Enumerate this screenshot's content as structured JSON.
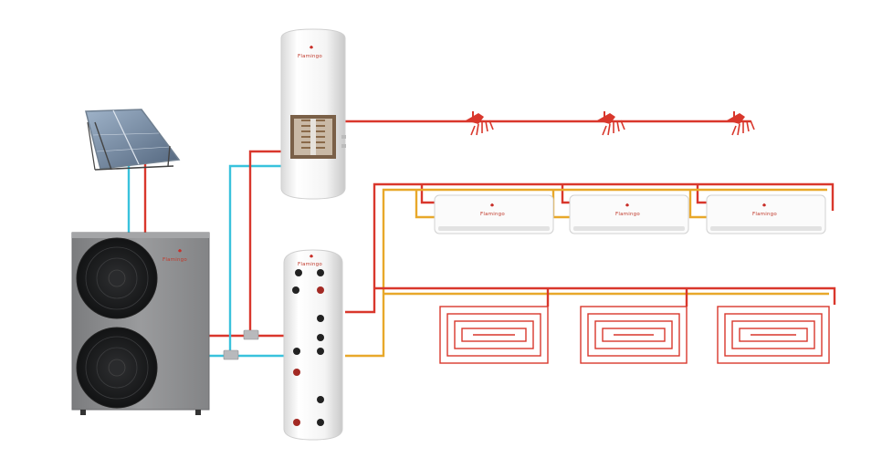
{
  "brand": {
    "logo_text": "Flamingo"
  },
  "colors": {
    "hot_pipe": "#d9372c",
    "cold_pipe": "#39c2dc",
    "return_pipe": "#e8a82a",
    "heat_pump_body": "#8d8e90",
    "tank_white": "#f6f6f6",
    "logo_red": "#c8302a"
  },
  "components": {
    "solar_panel": {
      "icon": "solar-panel-icon"
    },
    "heat_pump": {
      "icon": "heat-pump-outdoor-unit-icon",
      "fans": 2
    },
    "dhw_tank": {
      "icon": "hot-water-cylinder-icon"
    },
    "buffer_tank": {
      "icon": "buffer-tank-icon"
    },
    "showers": {
      "icon": "shower-head-icon",
      "count": 3
    },
    "fan_coils": {
      "icon": "wall-mounted-fan-coil-icon",
      "count": 3
    },
    "floor_heating": {
      "icon": "floor-heating-loop-icon",
      "count": 3
    }
  }
}
